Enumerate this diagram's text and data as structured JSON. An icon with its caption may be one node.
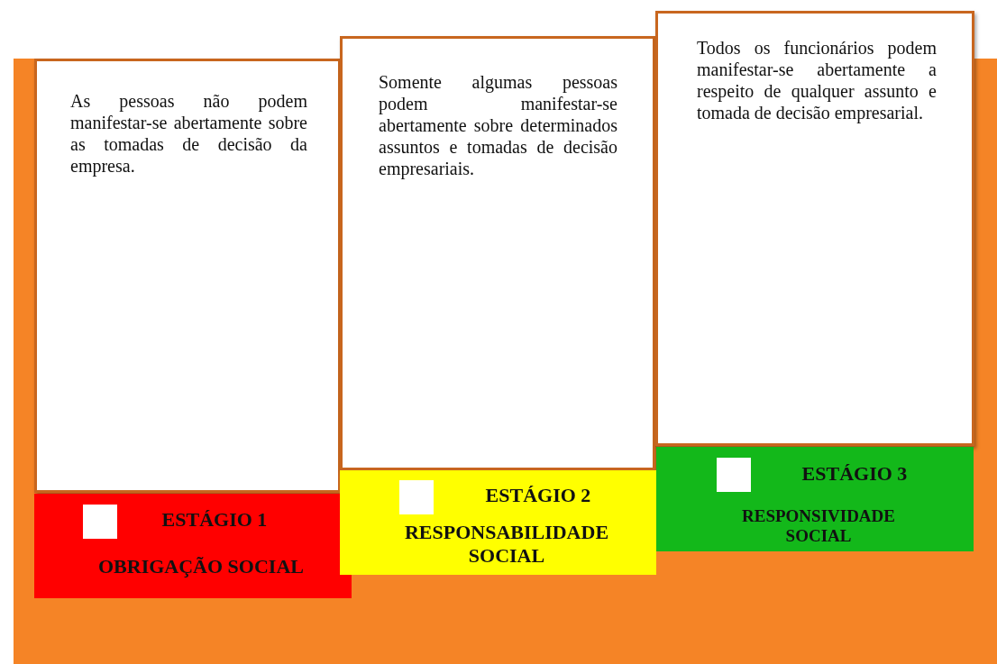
{
  "diagram": {
    "nodes": [
      {
        "text": [
          "As pessoas não podem manifestar-se abertamente sobre as tomadas de decisão da empresa."
        ]
      },
      {
        "text": [
          "ESTÁGIO 1",
          "OBRIGAÇÃO SOCIAL"
        ]
      },
      {
        "text": [
          "Somente algumas pessoas podem manifestar-se abertamente sobre determinados assuntos e tomadas de decisão empresariais."
        ]
      },
      {
        "text": [
          "ESTÁGIO 2",
          "RESPONSABILIDADE SOCIAL"
        ]
      },
      {
        "text": [
          "Todos os funcionários podem manifestar-se abertamente a respeito de qualquer assunto e tomada de decisão empresarial."
        ]
      },
      {
        "text": [
          "ESTÁGIO 3",
          "RESPONSIVIDADE SOCIAL"
        ]
      }
    ],
    "edges": []
  }
}
